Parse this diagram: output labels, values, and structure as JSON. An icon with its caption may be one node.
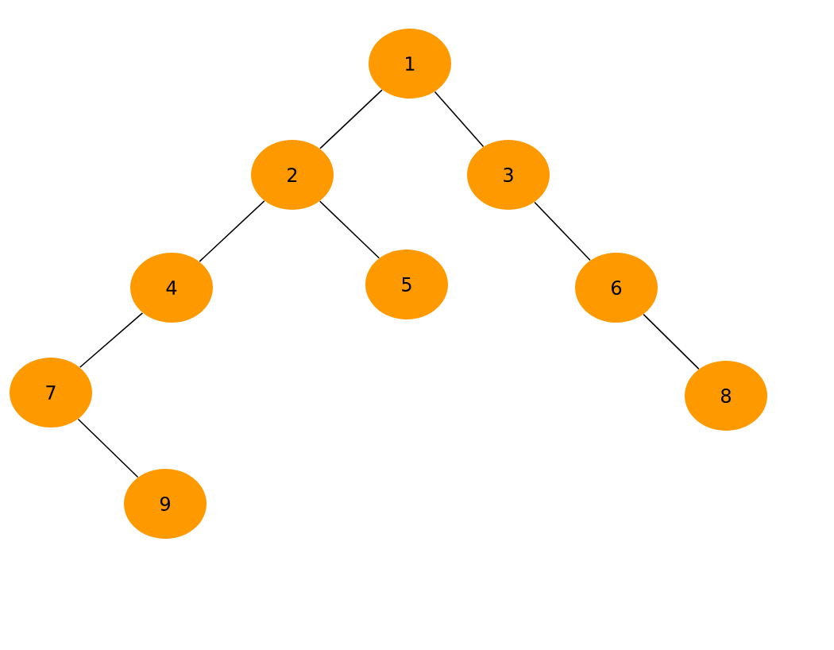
{
  "diagram": {
    "nodes": [
      {
        "text": [
          "1"
        ]
      },
      {
        "text": [
          "2"
        ]
      },
      {
        "text": [
          "3"
        ]
      },
      {
        "text": [
          "4"
        ]
      },
      {
        "text": [
          "5"
        ]
      },
      {
        "text": [
          "6"
        ]
      },
      {
        "text": [
          "7"
        ]
      },
      {
        "text": [
          "8"
        ]
      },
      {
        "text": [
          "9"
        ]
      }
    ],
    "edges": [
      {
        "from": 0,
        "to": 1,
        "arrow": "none"
      },
      {
        "from": 0,
        "to": 2,
        "arrow": "none"
      },
      {
        "from": 1,
        "to": 3,
        "arrow": "none"
      },
      {
        "from": 1,
        "to": 4,
        "arrow": "none"
      },
      {
        "from": 2,
        "to": 5,
        "arrow": "none"
      },
      {
        "from": 3,
        "to": 6,
        "arrow": "none"
      },
      {
        "from": 5,
        "to": 7,
        "arrow": "none"
      },
      {
        "from": 6,
        "to": 8,
        "arrow": "none"
      }
    ]
  }
}
